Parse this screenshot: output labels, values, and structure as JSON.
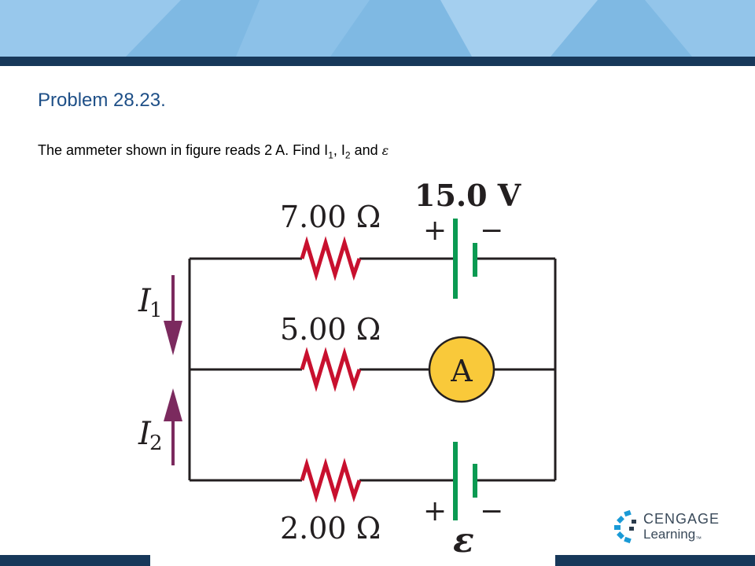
{
  "slide": {
    "title": "Problem 28.23.",
    "question_prefix": "The ammeter shown in figure reads 2 A. Find I",
    "q_sub1": "1",
    "question_mid": ", I",
    "q_sub2": "2",
    "question_and": " and ",
    "question_symbol": "ε"
  },
  "figure": {
    "r_top": "7.00 Ω",
    "r_mid": "5.00 Ω",
    "r_bottom": "2.00 Ω",
    "battery_top": "15.0 V",
    "plus_top": "+",
    "minus_top": "−",
    "plus_bottom": "+",
    "minus_bottom": "−",
    "ammeter": "A",
    "emf": "ε",
    "i1_letter": "I",
    "i1_sub": "1",
    "i2_letter": "I",
    "i2_sub": "2",
    "colors": {
      "wire": "#231f20",
      "resistor": "#c8102e",
      "battery": "#0a9a52",
      "ammeter_fill": "#f9c93a",
      "arrow": "#7b2a5e"
    }
  },
  "logo": {
    "line1": "CENGAGE",
    "line2": "Learning",
    "tm": "™"
  },
  "theme": {
    "banner_light": "#8fc3e9",
    "banner_dark": "#17385a",
    "title_color": "#1e4f87"
  }
}
